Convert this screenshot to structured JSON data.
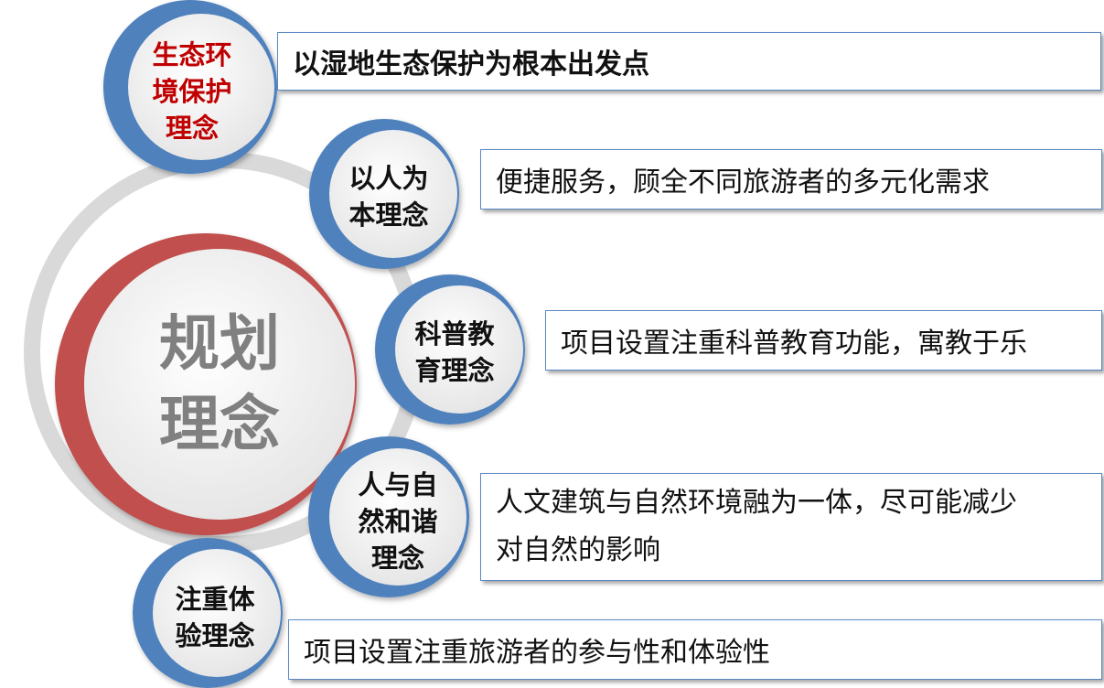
{
  "center": {
    "label": "规划\n理念"
  },
  "concepts": [
    {
      "circle": "生态环\n境保护\n理念",
      "text": "以湿地生态保护为根本出发点"
    },
    {
      "circle": "以人为\n本理念",
      "text": "便捷服务，顾全不同旅游者的多元化需求"
    },
    {
      "circle": "科普教\n育理念",
      "text": "项目设置注重科普教育功能，寓教于乐"
    },
    {
      "circle": "人与自\n然和谐\n理念",
      "text": "人文建筑与自然环境融为一体，尽可能减少\n对自然的影响"
    },
    {
      "circle": "注重体\n验理念",
      "text": "项目设置注重旅游者的参与性和体验性"
    }
  ],
  "colors": {
    "center_ring": "#c0504d",
    "concept_ring": "#4f81bd",
    "circle_fill": "#eeeeee",
    "highlight_text": "#c00000",
    "center_text": "#808080"
  }
}
